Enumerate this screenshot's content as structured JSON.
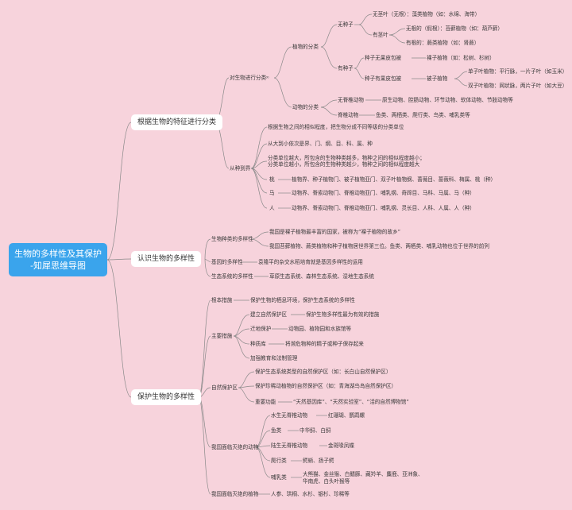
{
  "root": {
    "line1": "生物的多样性及其保护",
    "line2": "-知犀思维导图"
  },
  "branches": {
    "b1": "根据生物的特征进行分类",
    "b2": "认识生物的多样性",
    "b3": "保护生物的多样性"
  },
  "classify": {
    "by_feature": "对生物进行分类",
    "plant_class": "植物的分类",
    "no_seed": "无种子",
    "no_stem": "无茎叶（无根）：藻类植物（如：水绵、海带）",
    "has_stem": "有茎叶",
    "fake_root": "无根的（假根）：苔藓植物（如：葫芦藓）",
    "has_root": "有根的：蕨类植物（如：肾蕨）",
    "has_seed": "有种子",
    "bare_seed": "种子无果皮包被",
    "gymno": "裸子植物（如：松树、杉树）",
    "covered_seed": "种子有果皮包被",
    "angio": "被子植物",
    "mono": "单子叶植物：平行脉，一片子叶（如玉米）",
    "dicot": "双子叶植物：网状脉，两片子叶（如大豆）",
    "animal_class": "动物的分类",
    "no_spine": "无脊椎动物",
    "no_spine_list": "原生动物、腔肠动物、环节动物、软体动物、节肢动物等",
    "spine": "脊椎动物",
    "spine_list": "鱼类、两栖类、爬行类、鸟类、哺乳类等",
    "ranks": "从种到界",
    "rank_1": "根据生物之间的相似程度，把生物分成不同等级的分类单位",
    "rank_2": "从大到小依次是界、门、纲、目、科、属、种",
    "rank_3a": "分类单位越大，所包含的生物种类越多，物种之间的相似程度越小；",
    "rank_3b": "分类单位越小，所包含的生物种类越少，物种之间的相似程度越大",
    "peach": "桃",
    "peach_path": "植物界、种子植物门、被子植物亚门、双子叶植物纲、蔷薇目、蔷薇科、梅属、桃（种）",
    "horse": "马",
    "horse_path": "动物界、脊索动物门、脊椎动物亚门、哺乳纲、奇蹄目、马科、马属、马（种）",
    "human": "人",
    "human_path": "动物界、脊索动物门、脊椎动物亚门、哺乳纲、灵长目、人科、人属、人（种）"
  },
  "diversity": {
    "species": "生物种类的多样性",
    "species_1": "我国是裸子植物最丰富的国家，被称为“裸子植物的故乡”",
    "species_2": "我国苔藓植物、蕨类植物和种子植物居世界第三位。鱼类、两栖类、哺乳动物也位于世界的前列",
    "gene": "基因的多样性",
    "gene_1": "袁隆平的杂交水稻培育就是基因多样性的运用",
    "eco": "生态系统的多样性",
    "eco_1": "草原生态系统、森林生态系统、湿地生态系统"
  },
  "protect": {
    "root_measure": "根本措施",
    "root_measure_1": "保护生物的栖息环境，保护生态系统的多样性",
    "main_measure": "主要措施",
    "reserve": "建立自然保护区",
    "reserve_1": "保护生物多样性最为有效的措施",
    "relocate": "迁地保护",
    "relocate_1": "动物园、植物园和水族馆等",
    "seedbank": "种质库",
    "seedbank_1": "将濒危物种的精子或种子保存起来",
    "law": "加强教育和法制管理",
    "nature_reserve": "自然保护区",
    "nr_1": "保护生态系统类型的自然保护区（如：长白山自然保护区）",
    "nr_2": "保护珍稀动植物的自然保护区（如：青海湖鸟岛自然保护区）",
    "nr_func": "重要功能",
    "nr_func_1": "“天然基因库”、“天然实验室”、“活的自然博物馆”",
    "endangered_animals": "我国面临灭绝的动物",
    "aquatic": "水生无脊椎动物",
    "aquatic_1": "红珊瑚、鹦鹉螺",
    "fish": "鱼类",
    "fish_1": "中华鲟、白鲟",
    "land_inv": "陆生无脊椎动物",
    "land_inv_1": "金斑喙凤蝶",
    "reptile": "爬行类",
    "reptile_1": "鳄蜥、扬子鳄",
    "mammal": "哺乳类",
    "mammal_1": "大熊猫、金丝猴、白鳍豚、藏羚羊、麋鹿、亚洲象、",
    "mammal_2": "华南虎、白头叶猴等",
    "endangered_plants": "我国面临灭绝的植物",
    "plants_1": "人参、珙桐、水杉、银杉、珍稀等"
  },
  "colors": {
    "background": "#f7d3dc",
    "root": "#3aa4ec",
    "line": "#8a8a8a"
  }
}
